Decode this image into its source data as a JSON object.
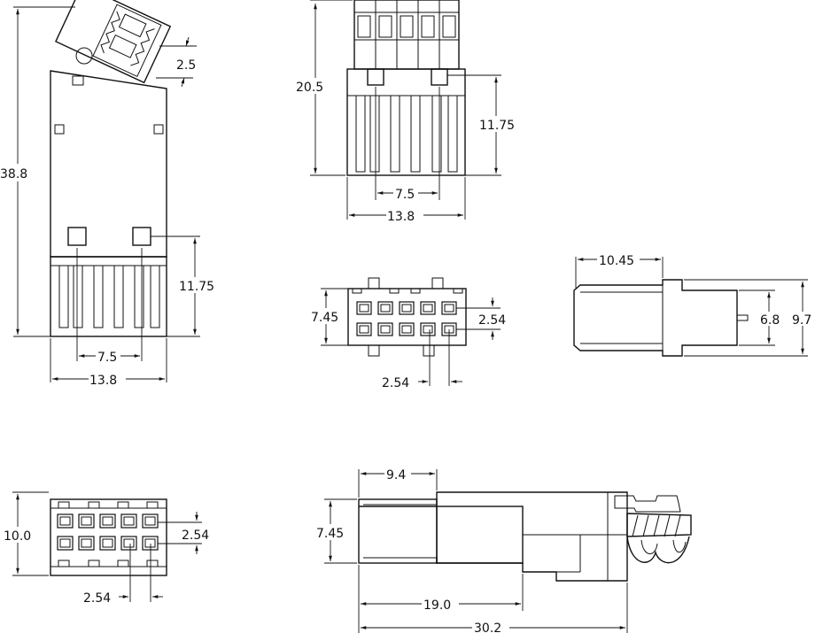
{
  "dimensions": {
    "v1_height": "38.8",
    "v1_pitch_top": "2.5",
    "v1_lower": "11.75",
    "v1_pin_spacing": "7.5",
    "v1_width": "13.8",
    "v2_height": "20.5",
    "v2_lower": "11.75",
    "v2_pin_spacing": "7.5",
    "v2_width": "13.8",
    "v3_height": "7.45",
    "v3_pitch_v": "2.54",
    "v3_pitch_h": "2.54",
    "v4_offset": "10.45",
    "v4_inner": "6.8",
    "v4_outer": "9.7",
    "v5_height": "10.0",
    "v5_pitch_v": "2.54",
    "v5_pitch_h": "2.54",
    "v6_offset": "9.4",
    "v6_height": "7.45",
    "v6_mid": "19.0",
    "v6_total": "30.2"
  }
}
